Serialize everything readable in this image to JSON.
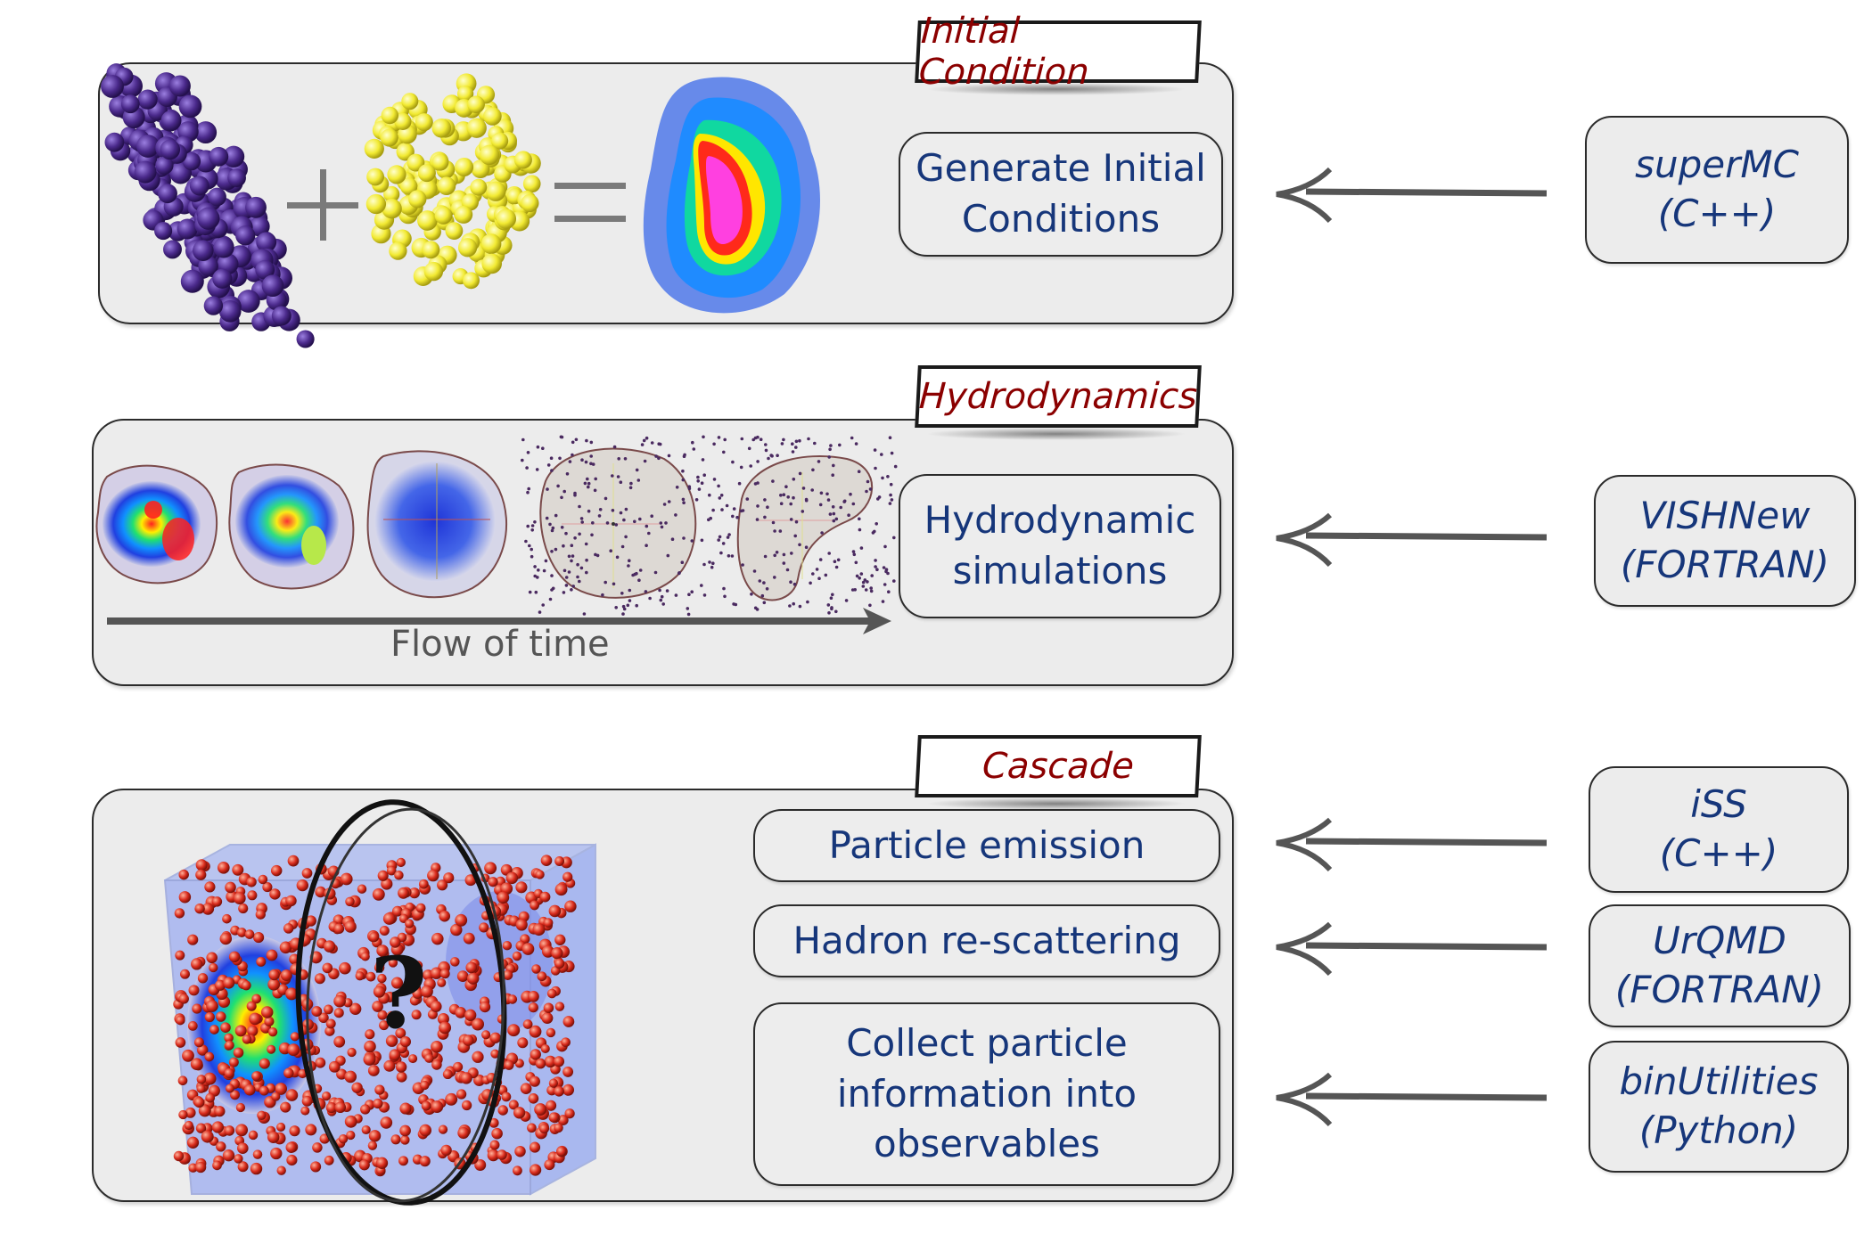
{
  "stages": {
    "initial": {
      "tab": "Initial Condition",
      "step": "Generate Initial\nConditions",
      "code": "superMC\n(C++)"
    },
    "hydro": {
      "tab": "Hydrodynamics",
      "step": "Hydrodynamic\nsimulations",
      "flow_label": "Flow of time",
      "code": "VISHNew\n(FORTRAN)"
    },
    "cascade": {
      "tab": "Cascade",
      "steps": {
        "emission": "Particle emission",
        "rescatter": "Hadron re-scattering",
        "collect": "Collect particle\ninformation into\nobservables"
      },
      "codes": {
        "iss": "iSS\n(C++)",
        "urqmd": "UrQMD\n(FORTRAN)",
        "bin": "binUtilities\n(Python)"
      },
      "question_mark": "?"
    }
  },
  "colors": {
    "tab_text": "#8b0000",
    "box_text": "#16367a",
    "nucleus_a": "#4b2a8c",
    "nucleus_b": "#f2ea32",
    "particles": "#d92b1c",
    "arrow": "#555555"
  },
  "icons": [
    "plus-sign",
    "equals-sign",
    "left-arrow-icon",
    "flow-arrow",
    "question-ellipse"
  ]
}
